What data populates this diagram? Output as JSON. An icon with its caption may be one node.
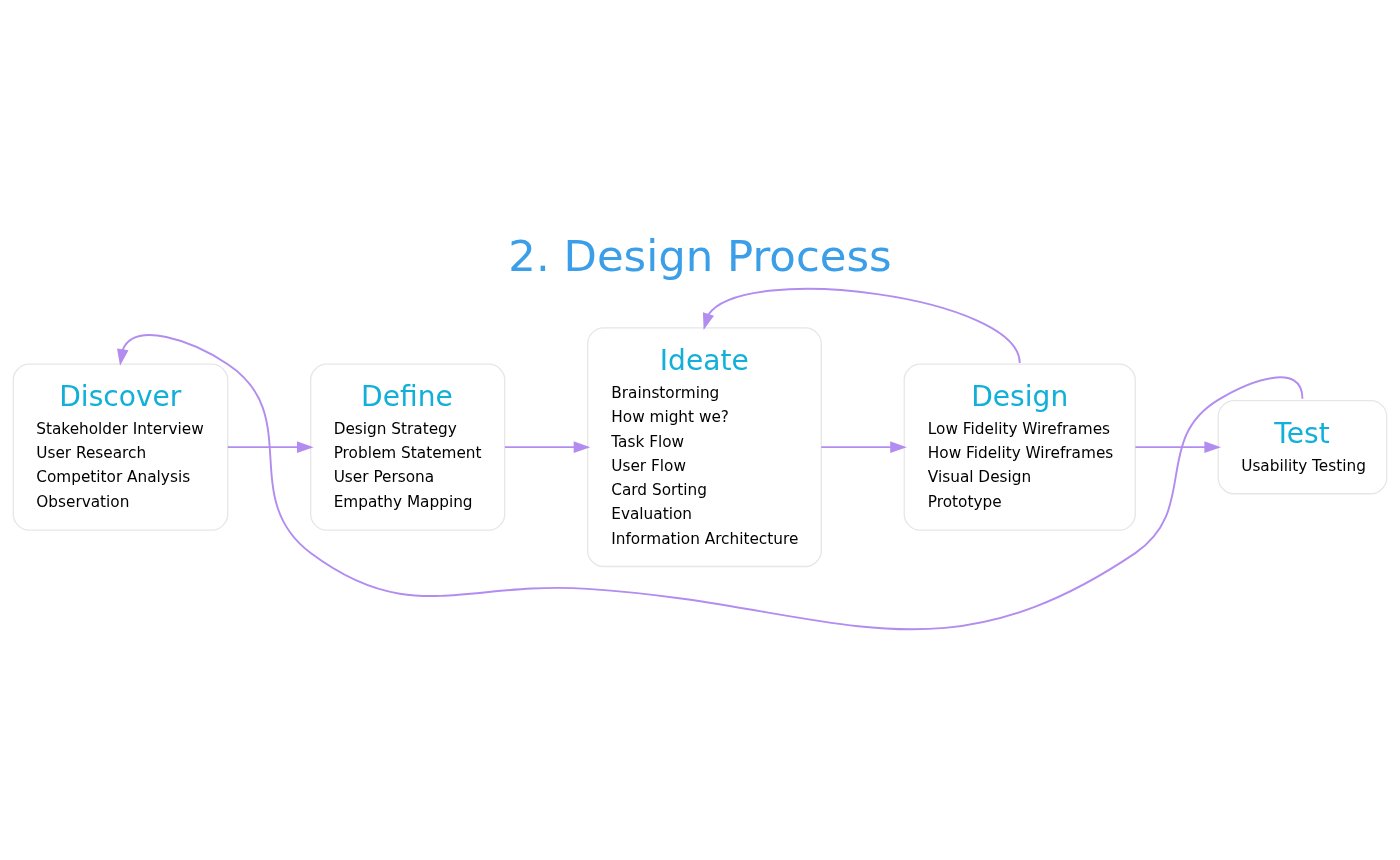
{
  "diagram": {
    "title": "2. Design Process",
    "nodes": [
      {
        "text": [
          "Discover",
          "Stakeholder Interview",
          "User Research",
          "Competitor Analysis",
          "Observation"
        ]
      },
      {
        "text": [
          "Define",
          "Design Strategy",
          "Problem Statement",
          "User Persona",
          "Empathy Mapping"
        ]
      },
      {
        "text": [
          "Ideate",
          "Brainstorming",
          "How might we?",
          "Task Flow",
          "User Flow",
          "Card Sorting",
          "Evaluation",
          "Information Architecture"
        ]
      },
      {
        "text": [
          "Design",
          "Low Fidelity Wireframes",
          "How Fidelity Wireframes",
          "Visual Design",
          "Prototype"
        ]
      },
      {
        "text": [
          "Test",
          "Usability Testing"
        ]
      }
    ],
    "edges": [
      {
        "from": 0,
        "to": 1,
        "arrow": "to"
      },
      {
        "from": 1,
        "to": 2,
        "arrow": "to"
      },
      {
        "from": 2,
        "to": 3,
        "arrow": "to"
      },
      {
        "from": 3,
        "to": 4,
        "arrow": "to"
      },
      {
        "from": 3,
        "to": 2,
        "arrow": "to"
      },
      {
        "from": 4,
        "to": 0,
        "arrow": "to"
      }
    ]
  }
}
